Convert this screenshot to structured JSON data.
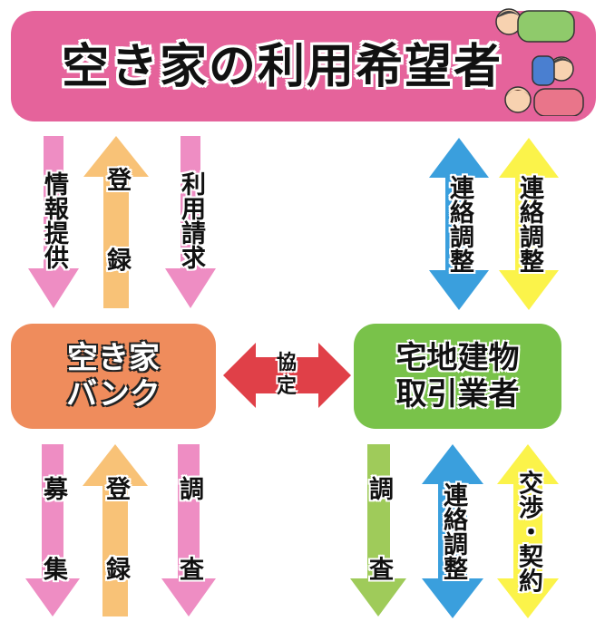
{
  "title": "空き家の利用希望者",
  "bank": {
    "line1": "空き家",
    "line2": "バンク"
  },
  "dealer": {
    "line1": "宅地建物",
    "line2": "取引業者"
  },
  "center": {
    "line1": "協",
    "line2": "定"
  },
  "top_left": {
    "a1": "情報提供",
    "a2": "登 録",
    "a3": "利用請求"
  },
  "top_right": {
    "a1": "連絡調整",
    "a2": "連絡調整"
  },
  "bottom_left": {
    "a1": "募 集",
    "a2": "登 録",
    "a3": "調 査"
  },
  "bottom_right": {
    "a1": "調 査",
    "a2": "連絡調整",
    "a3": "交渉・契約"
  },
  "colors": {
    "pink": "#ee8dc3",
    "orange": "#f8c277",
    "blue": "#3a9fdd",
    "yellow": "#fbf34a",
    "green": "#9fcb5a",
    "red": "#e04048"
  }
}
